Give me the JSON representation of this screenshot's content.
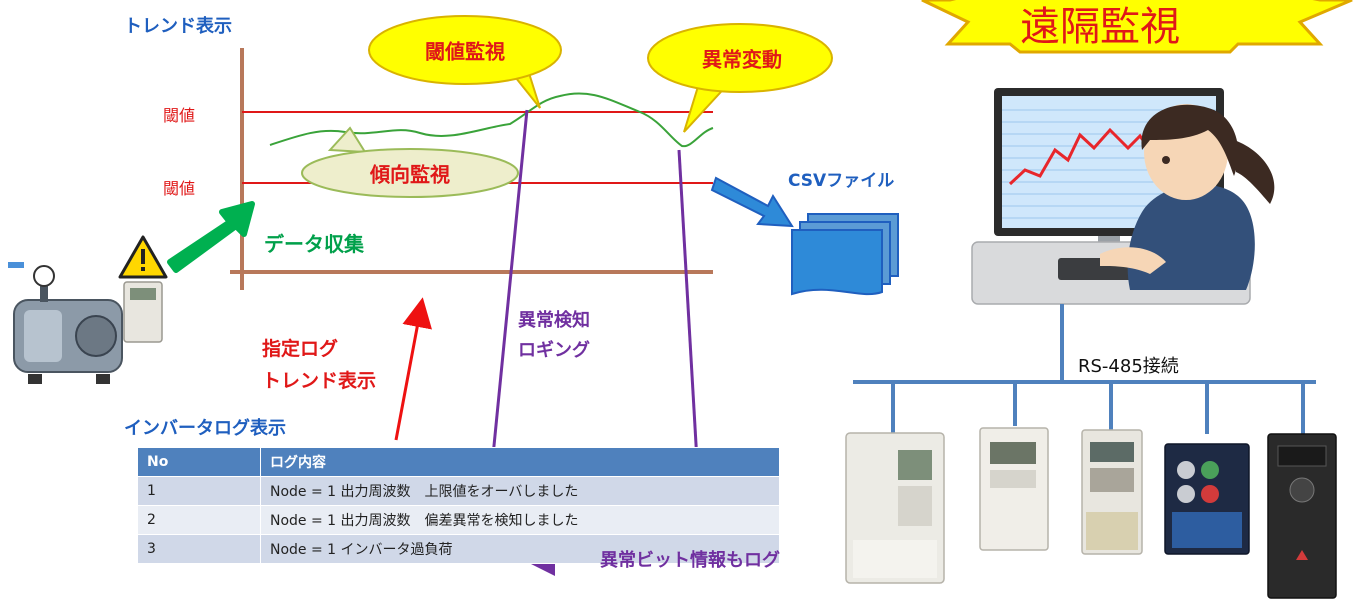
{
  "trend": {
    "title": "トレンド表示",
    "threshold_upper": "閾値",
    "threshold_lower": "閾値",
    "callout_threshold": "閾値監視",
    "callout_anomaly": "異常変動",
    "callout_tendency": "傾向監視",
    "data_collection": "データ収集",
    "csv_file": "CSVファイル",
    "anomaly_detect_line1": "異常検知",
    "anomaly_detect_line2": "ロギング",
    "log_trend_line1": "指定ログ",
    "log_trend_line2": "トレンド表示"
  },
  "banner": {
    "text": "遠隔監視"
  },
  "network": {
    "label": "RS-485接続"
  },
  "log_table": {
    "title": "インバータログ表示",
    "headers": [
      "No",
      "ログ内容"
    ],
    "rows": [
      [
        "1",
        "Node = 1 出力周波数　上限値をオーバしました"
      ],
      [
        "2",
        "Node = 1 出力周波数　偏差異常を検知しました"
      ],
      [
        "3",
        "Node = 1 インバータ過負荷"
      ]
    ],
    "bit_note": "異常ビット情報もログ"
  },
  "colors": {
    "accent_blue": "#1f5fbf",
    "threshold_red": "#e01818",
    "axis_brown": "#b8785a",
    "trend_green": "#3aa33a",
    "arrow_purple": "#7030a0",
    "callout_yellow": "#ffff00"
  },
  "icons": [
    "warning-icon",
    "vacuum-pump-icon",
    "inverter-icon",
    "csv-file-icon",
    "operator-monitor-icon"
  ]
}
